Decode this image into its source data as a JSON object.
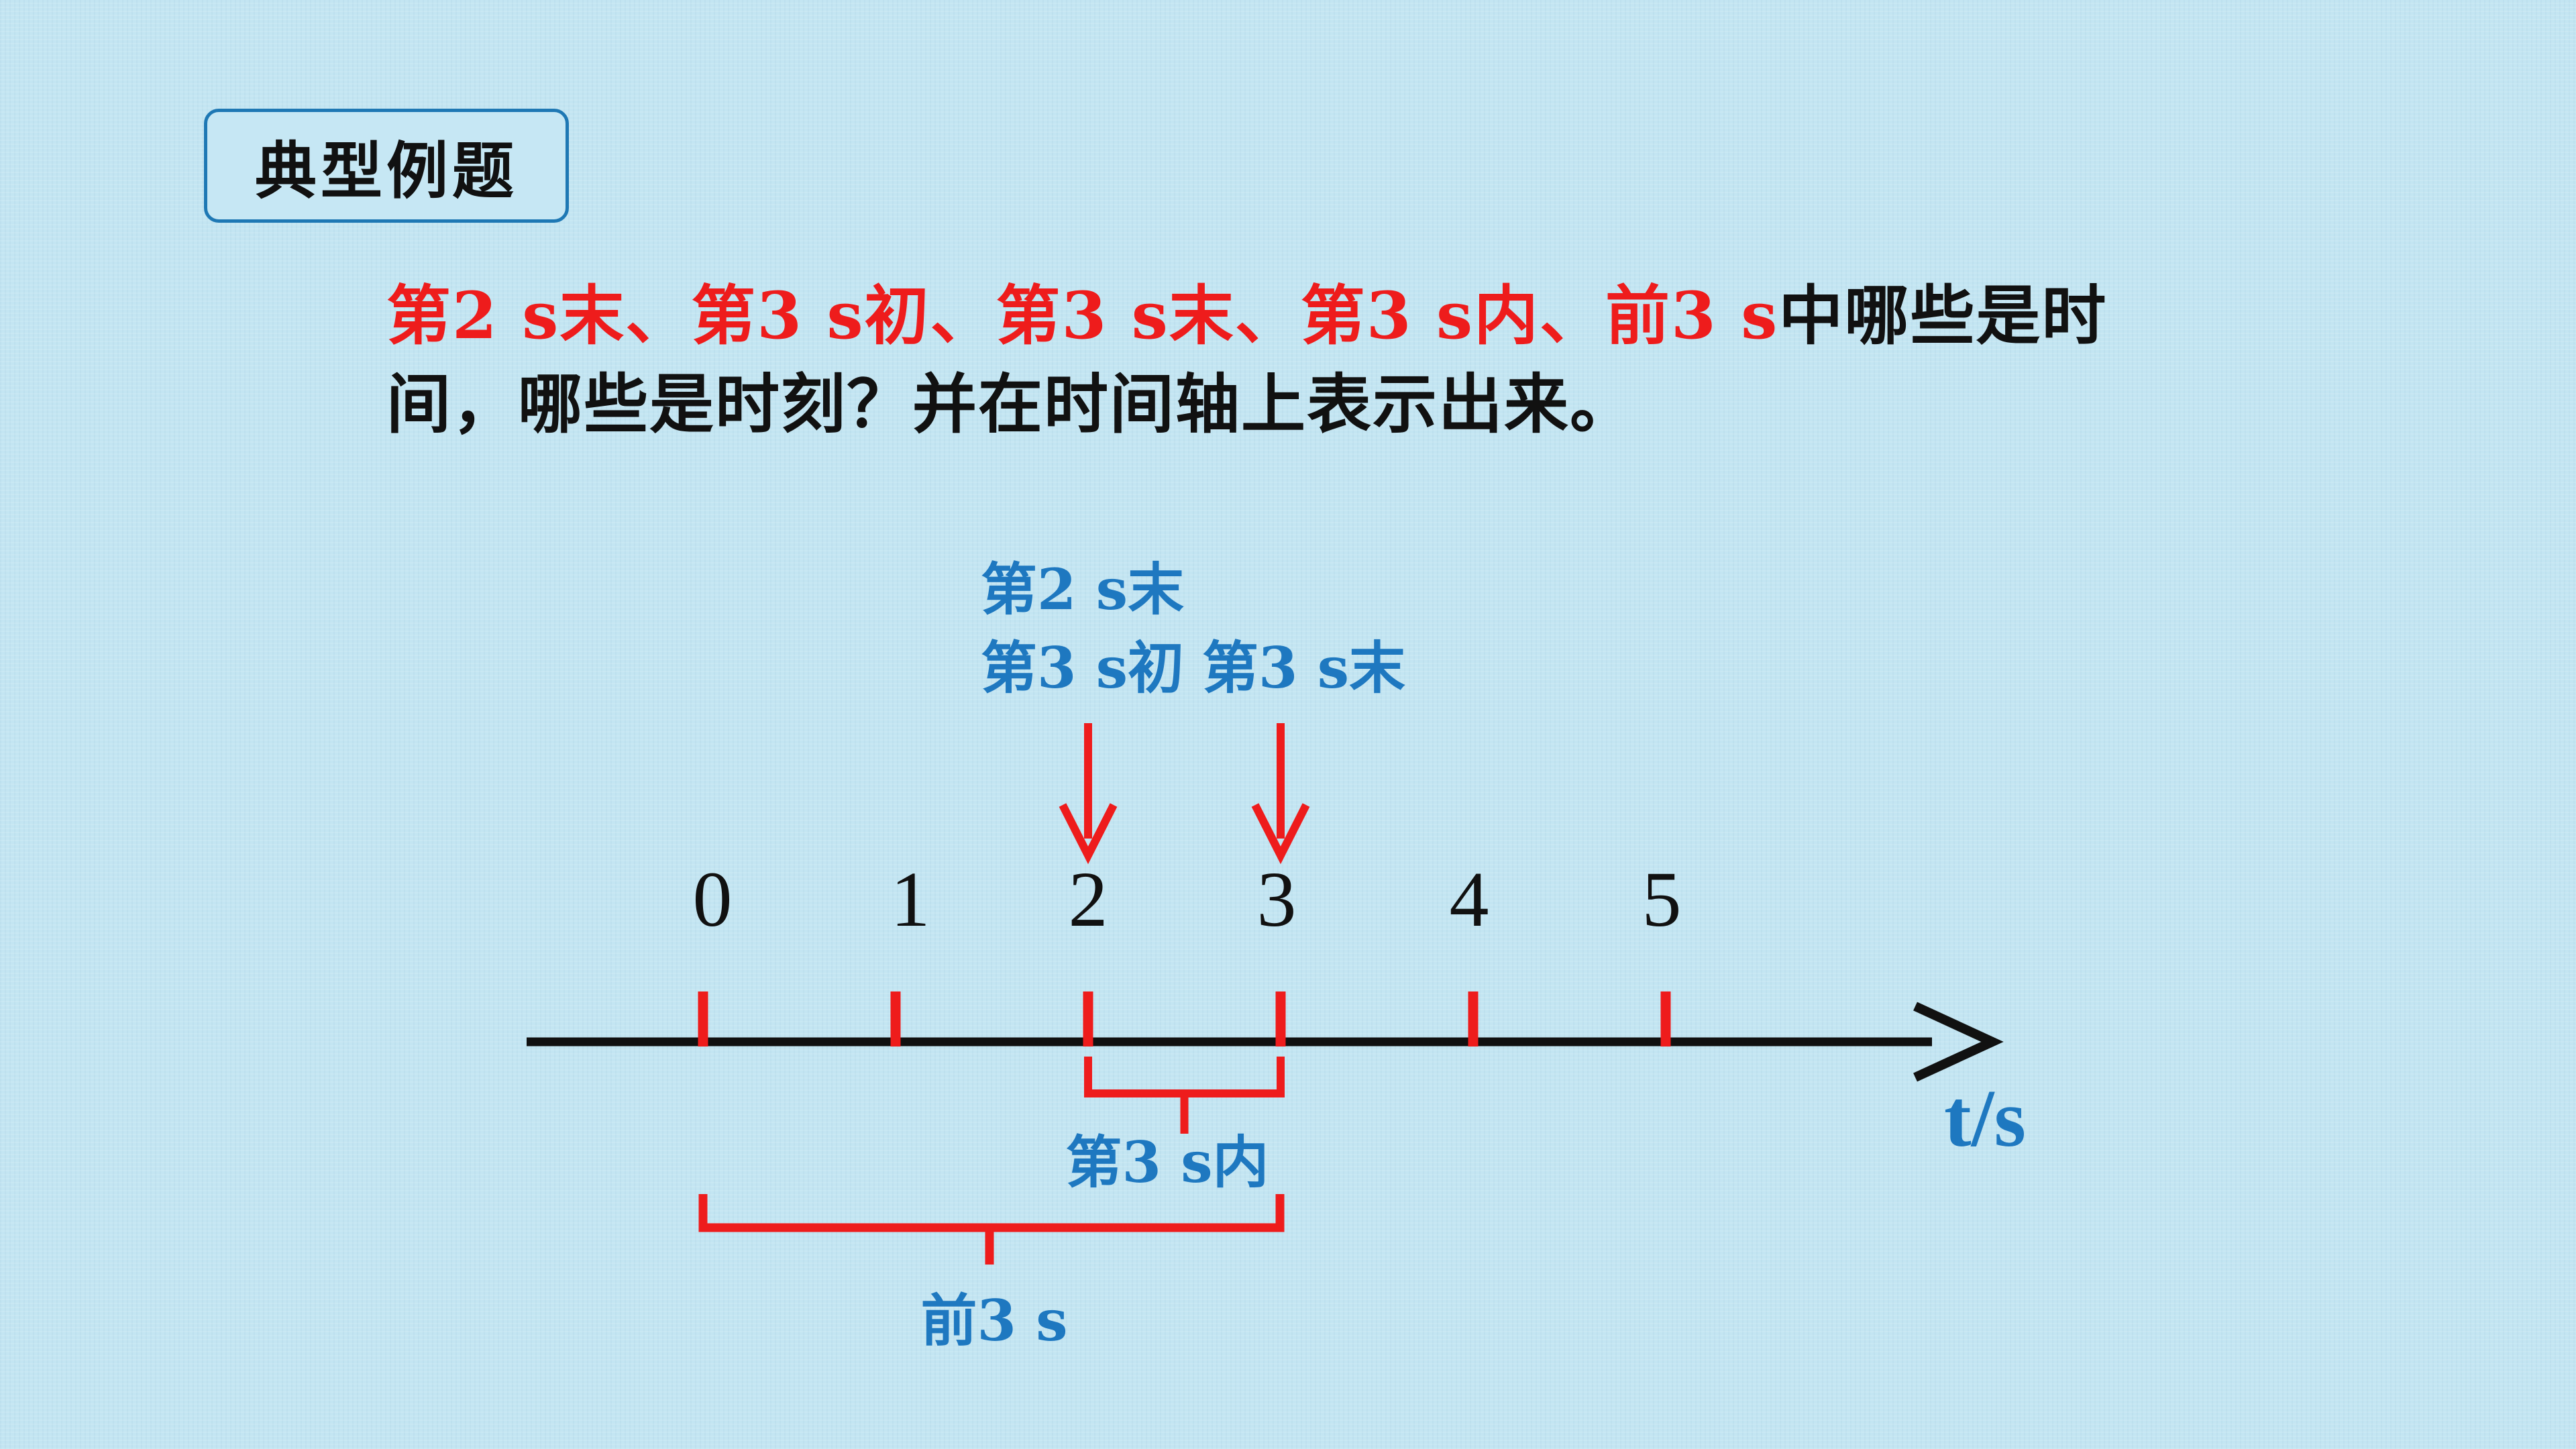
{
  "title": "典型例题",
  "question": {
    "segments": [
      {
        "text": "第2 s末、第3 s初、第3 s末、第3 s内、前3 s",
        "color": "red"
      },
      {
        "text": "中哪些是时",
        "color": "black"
      }
    ],
    "line2": "间，哪些是时刻？并在时间轴上表示出来。"
  },
  "colors": {
    "red": "#ee1c1c",
    "blue": "#1e78c0",
    "black": "#111111",
    "box_border": "#1e78b4"
  },
  "timeline": {
    "axis_label": "t/s",
    "ticks": [
      "0",
      "1",
      "2",
      "3",
      "4",
      "5"
    ],
    "instants": [
      {
        "at": 2,
        "labels": [
          "第2 s末",
          "第3 s初"
        ]
      },
      {
        "at": 3,
        "labels": [
          "第3 s末"
        ]
      }
    ],
    "intervals": [
      {
        "from": 2,
        "to": 3,
        "label": "第3 s内"
      },
      {
        "from": 0,
        "to": 3,
        "label": "前3 s"
      }
    ]
  }
}
